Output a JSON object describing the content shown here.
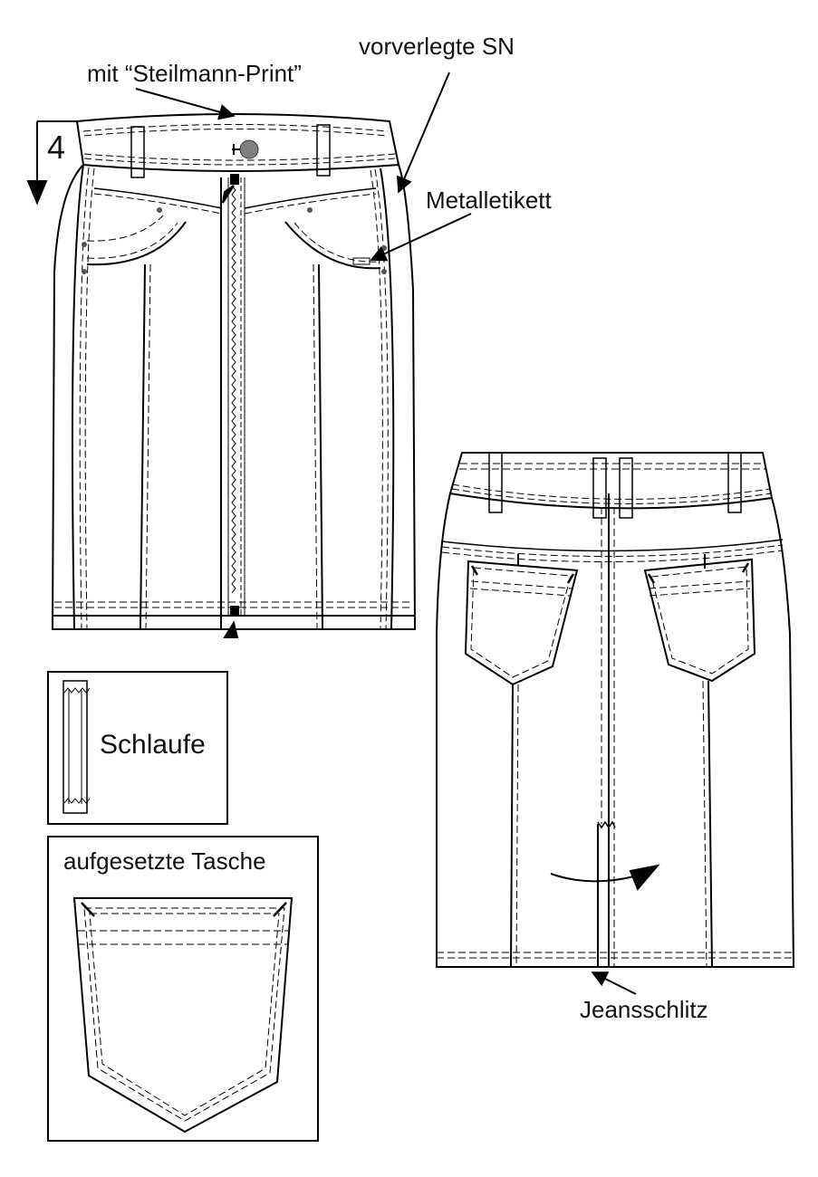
{
  "labels": {
    "print": "mit “Steilmann-Print”",
    "seam": "vorverlegte SN",
    "label": "Metalletikett",
    "number": "4",
    "loop": "Schlaufe",
    "pocket": "aufgesetzte Tasche",
    "slit": "Jeansschlitz"
  },
  "colors": {
    "line": "#000000",
    "button": "#808080",
    "background": "#ffffff"
  }
}
